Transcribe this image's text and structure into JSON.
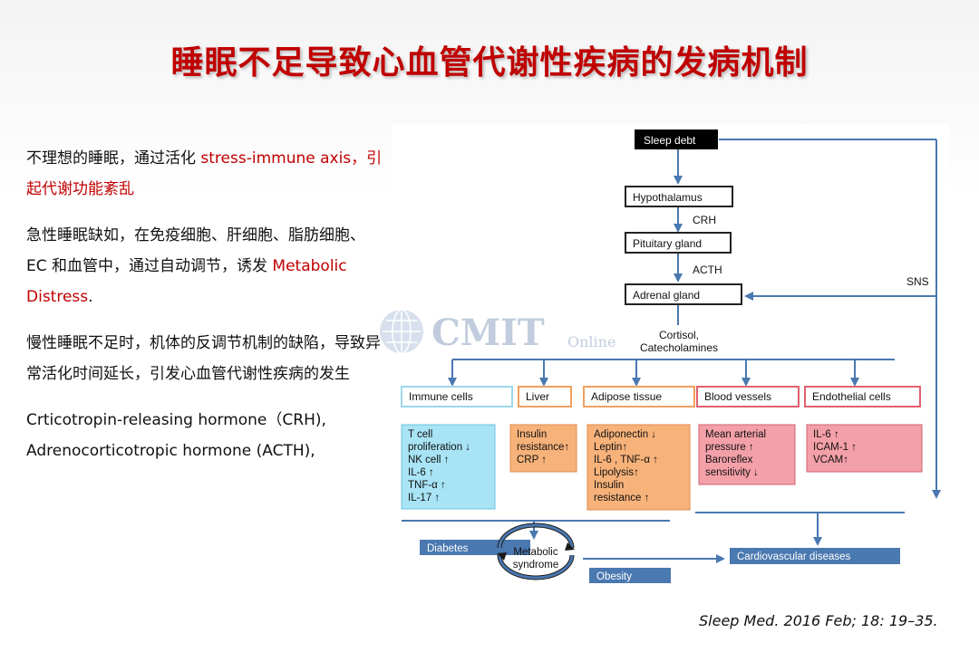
{
  "title": "睡眠不足导致心血管代谢性疾病的发病机制",
  "paragraphs": {
    "p1_a": "不理想的睡眠，通过活化 ",
    "p1_b": "stress-immune  axis，引起代谢功能紊乱",
    "p2_a": "急性睡眠缺如，在免疫细胞、肝细胞、脂肪细胞、EC 和血管中，通过自动调节，诱发 ",
    "p2_b": "Metabolic Distress",
    "p2_c": ".",
    "p3": "慢性睡眠不足时，机体的反调节机制的缺陷，导致异常活化时间延长，引发心血管代谢性疾病的发生",
    "p4_a": "Crticotropin-releasing hormone（CRH),",
    "p4_b": "Adrenocorticotropic hormone (ACTH),"
  },
  "citation": "Sleep Med. 2016 Feb; 18: 19–35.",
  "watermark": {
    "main": "CMIT",
    "sub": "Online"
  },
  "diagram": {
    "sleep_debt": "Sleep debt",
    "hypothalamus": "Hypothalamus",
    "crh": "CRH",
    "pituitary": "Pituitary gland",
    "acth": "ACTH",
    "adrenal": "Adrenal gland",
    "sns": "SNS",
    "cortisol_1": "Cortisol,",
    "cortisol_2": "Catecholamines",
    "targets": [
      "Immune cells",
      "Liver",
      "Adipose tissue",
      "Blood vessels",
      "Endothelial cells"
    ],
    "immune_lines": [
      "T cell",
      "proliferation ↓",
      "NK cell ↑",
      "IL-6 ↑",
      "TNF-α ↑",
      "IL-17 ↑"
    ],
    "liver_lines": [
      "Insulin",
      "resistance↑",
      "CRP ↑"
    ],
    "adipose_lines": [
      "Adiponectin ↓",
      "Leptin↑",
      "IL-6 , TNF-α ↑",
      "Lipolysis↑",
      "Insulin",
      "resistance ↑"
    ],
    "blood_lines": [
      "Mean arterial",
      "pressure  ↑",
      "Baroreflex",
      "sensitivity  ↓"
    ],
    "endo_lines": [
      "IL-6 ↑",
      "ICAM-1 ↑",
      "VCAM↑"
    ],
    "diabetes": "Diabetes",
    "metabolic_1": "Metabolic",
    "metabolic_2": "syndrome",
    "obesity": "Obesity",
    "cvd": "Cardiovascular diseases"
  },
  "colors": {
    "title_red": "#c00000",
    "arrow_blue": "#4a78b0",
    "immune_fill": "#a8e4f5",
    "orange_fill": "#f7b27a",
    "pink_fill": "#f4a0a8",
    "outcome_fill": "#4a78b0"
  }
}
